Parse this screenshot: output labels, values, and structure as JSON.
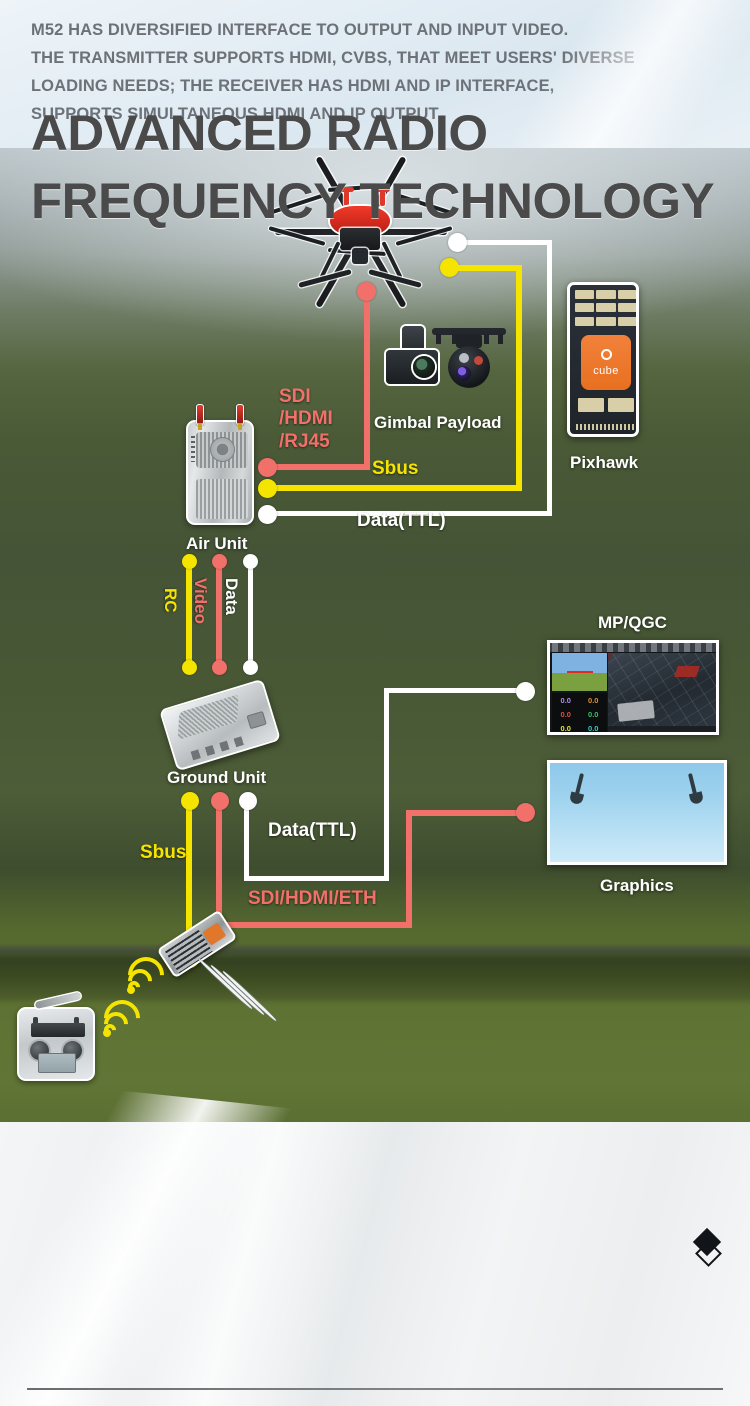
{
  "intro": {
    "lines": [
      "M52 HAS DIVERSIFIED INTERFACE TO OUTPUT AND INPUT VIDEO.",
      "THE TRANSMITTER SUPPORTS HDMI, CVBS, THAT MEET USERS' DIVERSE",
      "LOADING NEEDS; THE RECEIVER HAS HDMI AND IP INTERFACE,",
      "SUPPORTS SIMULTANEOUS HDMI AND IP OUTPUT."
    ]
  },
  "diagram": {
    "devices": {
      "drone": "drone-hexacopter",
      "air_unit": "Air Unit",
      "gimbal_payload": "Gimbal Payload",
      "pixhawk": "Pixhawk",
      "pixhawk_brand": "cube",
      "ground_unit": "Ground Unit",
      "mp_qgc": "MP/QGC",
      "graphics": "Graphics",
      "rc_receiver": "rc-receiver",
      "transmitter": "rc-transmitter"
    },
    "connections": {
      "sdi_hdmi_rj45_l1": "SDI",
      "sdi_hdmi_rj45_l2": "/HDMI",
      "sdi_hdmi_rj45_l3": "/RJ45",
      "sbus_top": "Sbus",
      "data_ttl_top": "Data(TTL)",
      "rc": "RC",
      "video": "Video",
      "data": "Data",
      "sbus_bottom": "Sbus",
      "data_ttl_bottom": "Data(TTL)",
      "sdi_hdmi_eth": "SDI/HDMI/ETH"
    },
    "hud_values": [
      "0.0",
      "0.0",
      "0.0",
      "0.0",
      "0.0",
      "0.0"
    ],
    "colors": {
      "video_red": "#f2706a",
      "rc_yellow": "#f5e400",
      "data_white": "#ffffff",
      "cube_orange": "#ea7320"
    }
  },
  "footer": {
    "title_line1": "ADVANCED RADIO",
    "title_line2": "FREQUENCY TECHNOLOGY",
    "icon": "diamond-icon"
  }
}
